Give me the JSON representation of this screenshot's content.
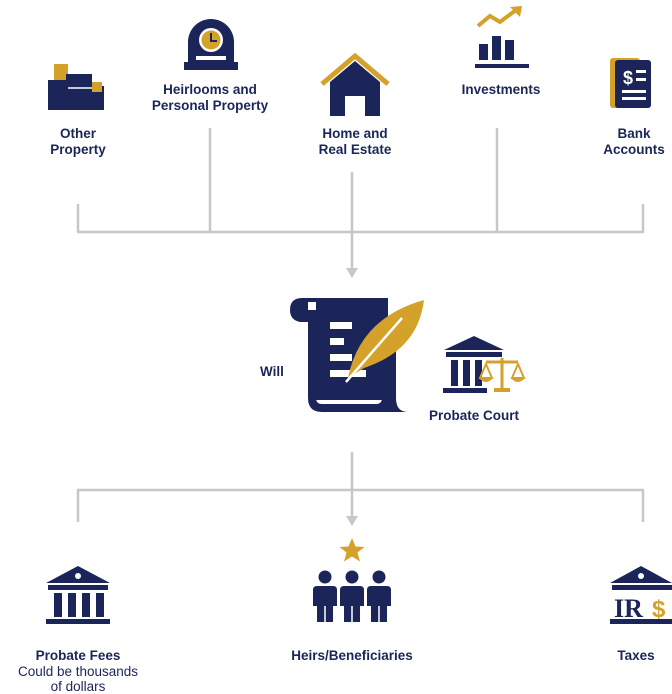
{
  "assets": {
    "other_property": [
      "Other",
      "Property"
    ],
    "heirlooms": [
      "Heirlooms and",
      "Personal Property"
    ],
    "home": [
      "Home and",
      "Real Estate"
    ],
    "investments": "Investments",
    "bank": [
      "Bank",
      "Accounts"
    ]
  },
  "center": {
    "will": "Will",
    "court": "Probate Court"
  },
  "outcomes": {
    "fees_title": "Probate Fees",
    "fees_note": [
      "Could be thousands",
      "of dollars"
    ],
    "heirs": "Heirs/Beneficiaries",
    "taxes": "Taxes"
  },
  "colors": {
    "navy": "#1b2559",
    "gold": "#d4a12a",
    "line": "#c7c7c7"
  }
}
